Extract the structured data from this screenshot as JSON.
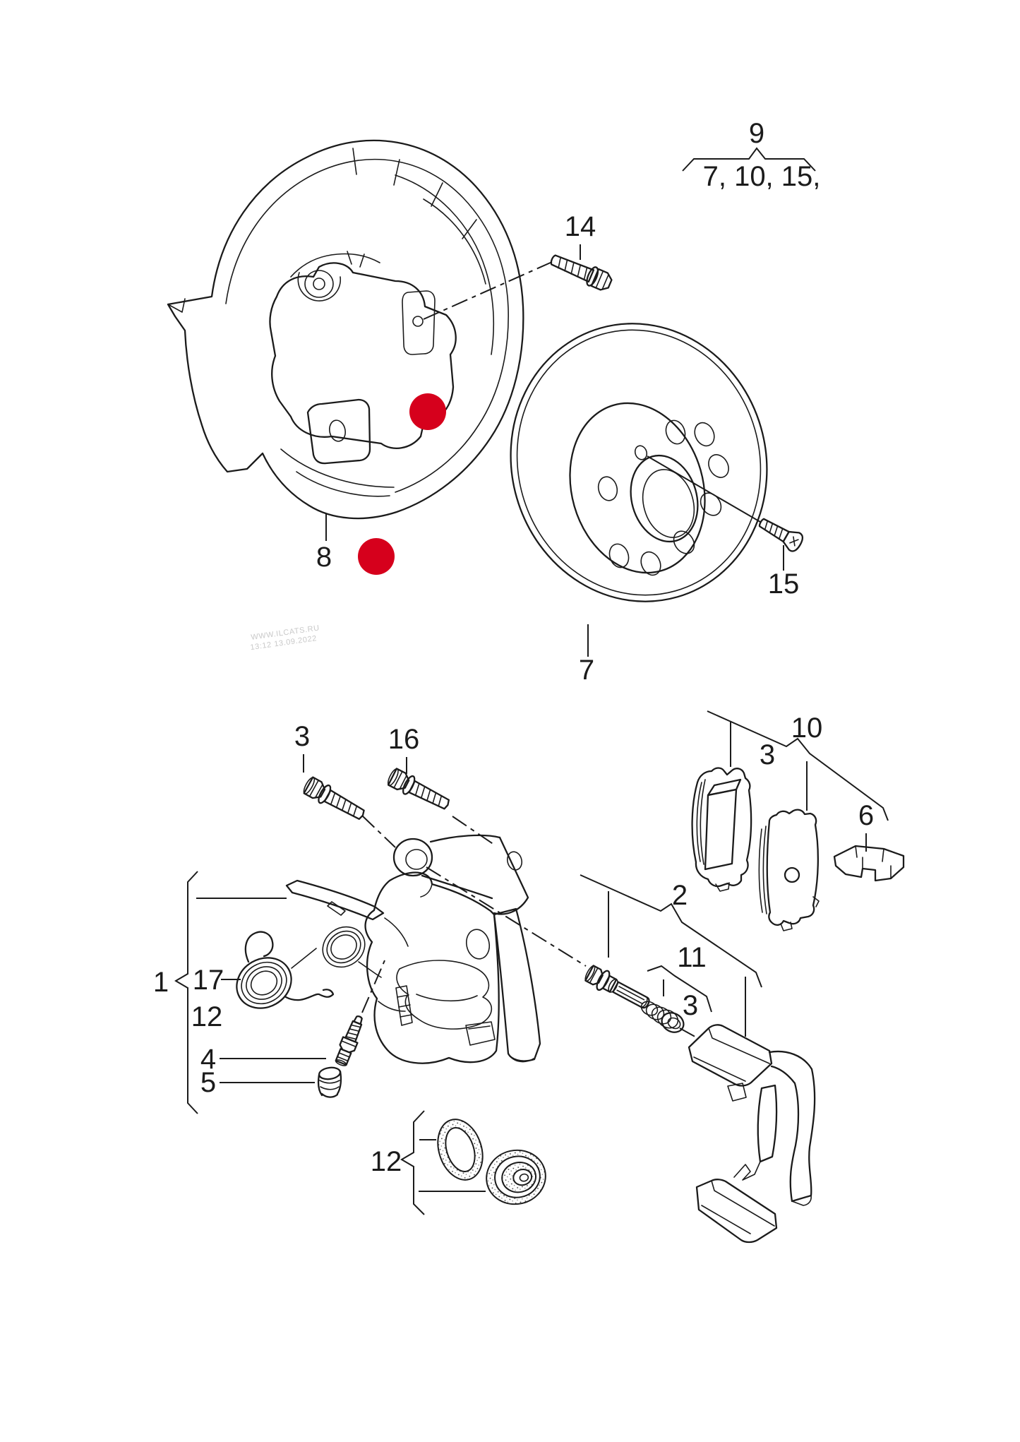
{
  "diagram": {
    "kind": "parts-catalog-exploded-view",
    "subject": "rear wheel brake: splash plate, brake disc, caliper, brake pads",
    "watermark": {
      "line1": "WWW.ILCATS.RU",
      "line2": "13:12 13.09.2022"
    },
    "colors": {
      "line": "#1b1b1b",
      "marker": "#d6001c",
      "watermark": "#c9c9c9",
      "background": "#ffffff"
    },
    "callouts": {
      "c9": "9",
      "c9_items": "7, 10, 15,",
      "c14": "14",
      "c8": "8",
      "c15": "15",
      "c7": "7",
      "c3_bolt": "3",
      "c16": "16",
      "c10": "10",
      "c3_pads": "3",
      "c6": "6",
      "c2": "2",
      "c11": "11",
      "c3_sleeve": "3",
      "c1": "1",
      "c17": "17",
      "c12_kit": "12",
      "c4": "4",
      "c5": "5",
      "c12_seals": "12"
    },
    "markers": {
      "count": 2,
      "shape": "filled-circle"
    }
  }
}
